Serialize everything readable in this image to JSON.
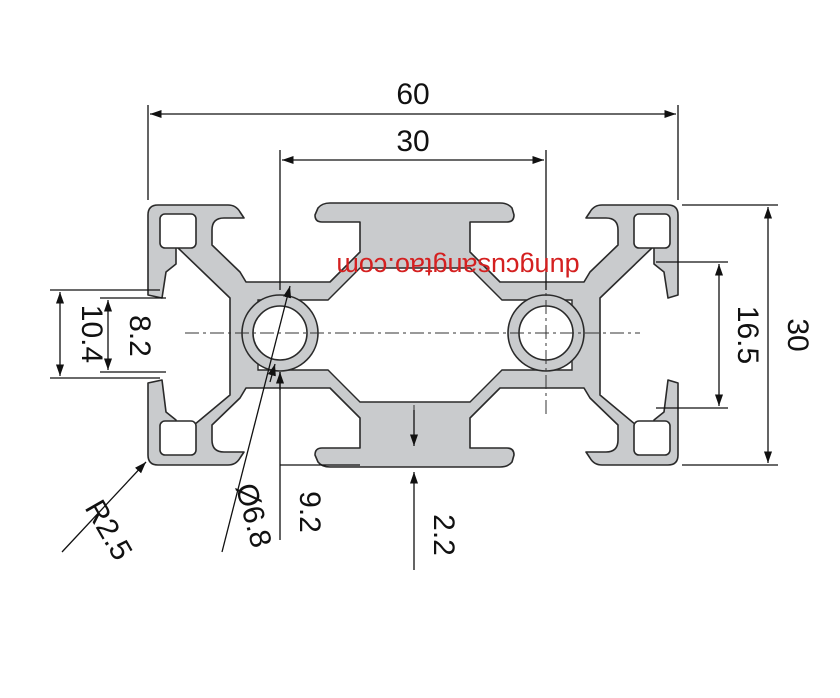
{
  "dimensions": {
    "overall_width": "60",
    "center_pitch": "30",
    "overall_height": "30",
    "inner_height": "16.5",
    "slot_opening": "8.2",
    "slot_depth_height": "10.4",
    "corner_radius": "R2.5",
    "hole_diameter": "Ø6.8",
    "depth_9_2": "9.2",
    "wall_2_2": "2.2"
  },
  "watermark": {
    "text": "dungcusangtao.com",
    "color": "#d42020"
  },
  "colors": {
    "profile_fill": "#c9cbcd",
    "outline": "#2a2a2a"
  }
}
